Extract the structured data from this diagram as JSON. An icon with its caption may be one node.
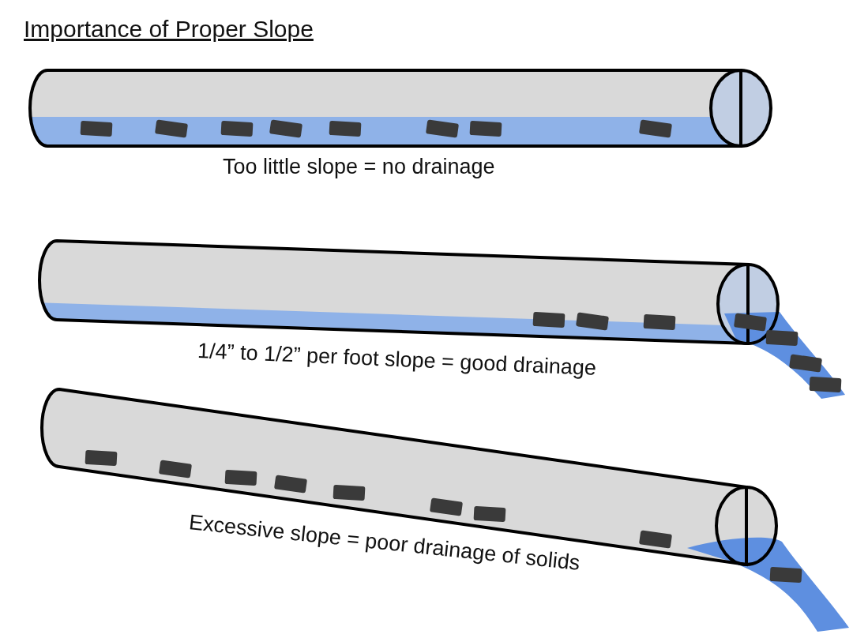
{
  "diagram": {
    "title": "Importance of Proper Slope",
    "labels": [
      "Too little slope = no drainage",
      "1/4” to 1/2” per foot slope = good drainage",
      "Excessive slope = poor drainage of solids"
    ]
  }
}
